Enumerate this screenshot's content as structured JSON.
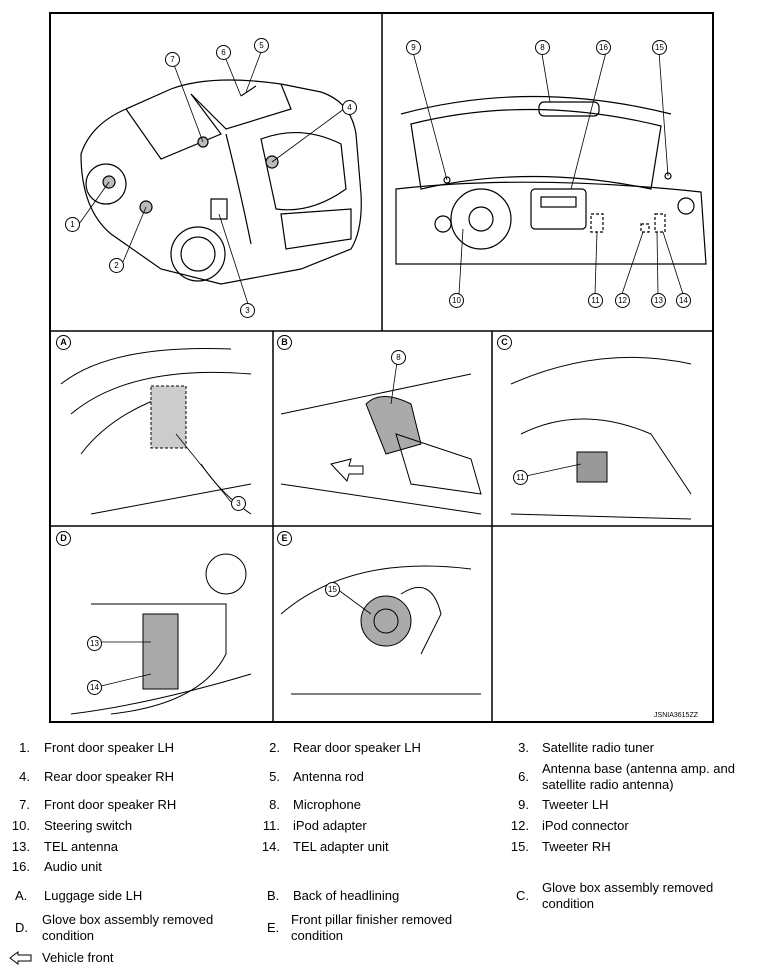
{
  "figure_id": "JSNIA3615ZZ",
  "panels": {
    "A": "A",
    "B": "B",
    "C": "C",
    "D": "D",
    "E": "E"
  },
  "callouts": {
    "c1": "1",
    "c2": "2",
    "c3": "3",
    "c4": "4",
    "c5": "5",
    "c6": "6",
    "c7": "7",
    "c8": "8",
    "c9": "9",
    "c10": "10",
    "c11": "11",
    "c12": "12",
    "c13": "13",
    "c14": "14",
    "c15": "15",
    "c16": "16",
    "a3": "3",
    "b8": "8",
    "c11b": "11",
    "d13": "13",
    "d14": "14",
    "e15": "15"
  },
  "legend": {
    "items": [
      {
        "num": "1.",
        "text": "Front door speaker LH"
      },
      {
        "num": "2.",
        "text": "Rear door speaker LH"
      },
      {
        "num": "3.",
        "text": "Satellite radio tuner"
      },
      {
        "num": "4.",
        "text": "Rear door speaker RH"
      },
      {
        "num": "5.",
        "text": "Antenna rod"
      },
      {
        "num": "6.",
        "text": "Antenna base (antenna amp. and satellite radio antenna)"
      },
      {
        "num": "7.",
        "text": "Front door speaker RH"
      },
      {
        "num": "8.",
        "text": "Microphone"
      },
      {
        "num": "9.",
        "text": "Tweeter LH"
      },
      {
        "num": "10.",
        "text": "Steering switch"
      },
      {
        "num": "11.",
        "text": "iPod adapter"
      },
      {
        "num": "12.",
        "text": "iPod connector"
      },
      {
        "num": "13.",
        "text": "TEL antenna"
      },
      {
        "num": "14.",
        "text": "TEL adapter unit"
      },
      {
        "num": "15.",
        "text": "Tweeter RH"
      },
      {
        "num": "16.",
        "text": "Audio unit"
      }
    ],
    "views": [
      {
        "num": "A.",
        "text": "Luggage side LH"
      },
      {
        "num": "B.",
        "text": "Back of headlining"
      },
      {
        "num": "C.",
        "text": "Glove box assembly removed condition"
      },
      {
        "num": "D.",
        "text": "Glove box assembly removed condition"
      },
      {
        "num": "E.",
        "text": "Front pillar finisher removed condition"
      }
    ],
    "vehicle_front": "Vehicle front"
  }
}
